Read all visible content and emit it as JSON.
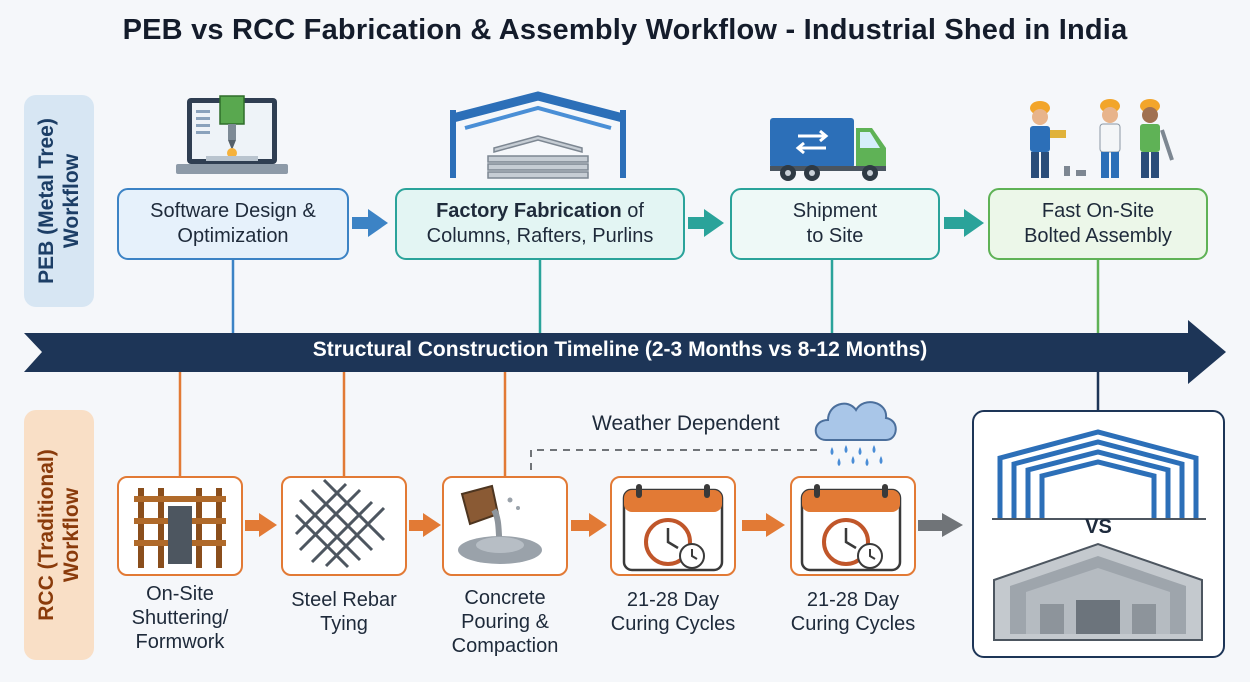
{
  "title": "PEB vs RCC Fabrication & Assembly Workflow - Industrial Shed in India",
  "peb": {
    "label_line1": "PEB (Metal Tree)",
    "label_line2": "Workflow",
    "steps": [
      {
        "line1": "Software Design &",
        "line2": "Optimization",
        "icon": "cnc-computer-icon"
      },
      {
        "bold": "Factory Fabrication",
        "rest": " of",
        "line2": "Columns, Rafters, Purlins",
        "icon": "steel-frame-icon"
      },
      {
        "line1": "Shipment",
        "line2": "to Site",
        "icon": "delivery-truck-icon"
      },
      {
        "line1": "Fast On-Site",
        "line2": "Bolted Assembly",
        "icon": "workers-icon"
      }
    ]
  },
  "timeline": {
    "text": "Structural Construction Timeline (2-3 Months vs 8-12 Months)"
  },
  "rcc": {
    "label_line1": "RCC (Traditional)",
    "label_line2": "Workflow",
    "steps": [
      {
        "line1": "On-Site",
        "line2": "Shuttering/",
        "line3": "Formwork",
        "icon": "formwork-icon"
      },
      {
        "line1": "Steel Rebar",
        "line2": "Tying",
        "icon": "rebar-mesh-icon"
      },
      {
        "line1": "Concrete",
        "line2": "Pouring &",
        "line3": "Compaction",
        "icon": "concrete-pour-icon"
      },
      {
        "line1": "21-28 Day",
        "line2": "Curing Cycles",
        "icon": "calendar-clock-icon"
      },
      {
        "line1": "21-28 Day",
        "line2": "Curing Cycles",
        "icon": "calendar-clock-icon"
      }
    ],
    "weather": "Weather Dependent"
  },
  "comparison": {
    "vs": "VS"
  },
  "colors": {
    "navy": "#1d3557",
    "peb_blue": "#3c83c5",
    "teal": "#2aa39a",
    "green": "#5fb256",
    "rcc_orange": "#e27a35"
  }
}
